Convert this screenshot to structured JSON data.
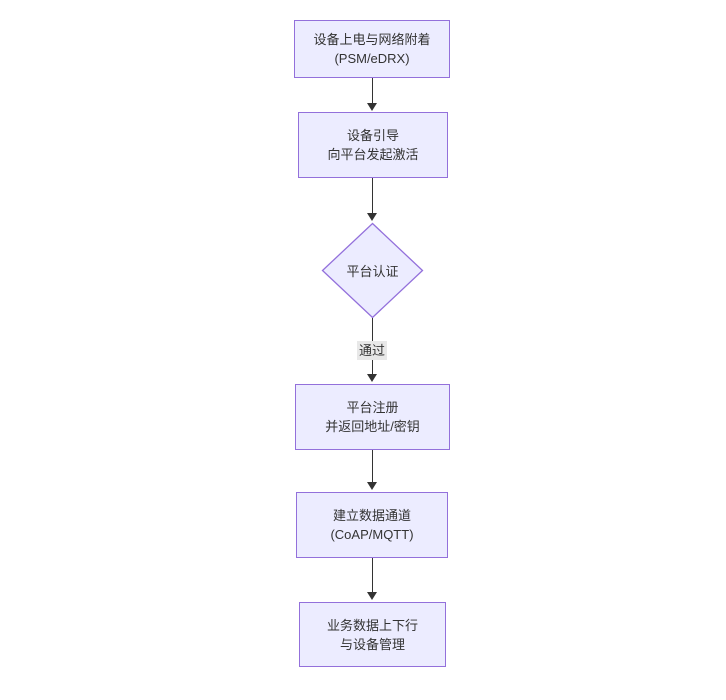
{
  "diagram": {
    "type": "flowchart",
    "direction": "top-down",
    "colors": {
      "background": "#ffffff",
      "node_fill": "#ECECFF",
      "node_border": "#9370DB",
      "text": "#333333",
      "edge": "#333333",
      "edge_label_bg": "#e8e8e8"
    },
    "nodes": [
      {
        "name": "power-attach",
        "shape": "rectangle",
        "lines": [
          "设备上电与网络附着",
          "(PSM/eDRX)"
        ]
      },
      {
        "name": "bootstrap",
        "shape": "rectangle",
        "lines": [
          "设备引导",
          "向平台发起激活"
        ]
      },
      {
        "name": "platform-auth",
        "shape": "diamond",
        "lines": [
          "平台认证"
        ]
      },
      {
        "name": "platform-register",
        "shape": "rectangle",
        "lines": [
          "平台注册",
          "并返回地址/密钥"
        ]
      },
      {
        "name": "data-channel",
        "shape": "rectangle",
        "lines": [
          "建立数据通道",
          "(CoAP/MQTT)"
        ]
      },
      {
        "name": "business-data",
        "shape": "rectangle",
        "lines": [
          "业务数据上下行",
          "与设备管理"
        ]
      }
    ],
    "edges": [
      {
        "from": "power-attach",
        "to": "bootstrap",
        "label": ""
      },
      {
        "from": "bootstrap",
        "to": "platform-auth",
        "label": ""
      },
      {
        "from": "platform-auth",
        "to": "platform-register",
        "label": "通过"
      },
      {
        "from": "platform-register",
        "to": "data-channel",
        "label": ""
      },
      {
        "from": "data-channel",
        "to": "business-data",
        "label": ""
      }
    ]
  }
}
